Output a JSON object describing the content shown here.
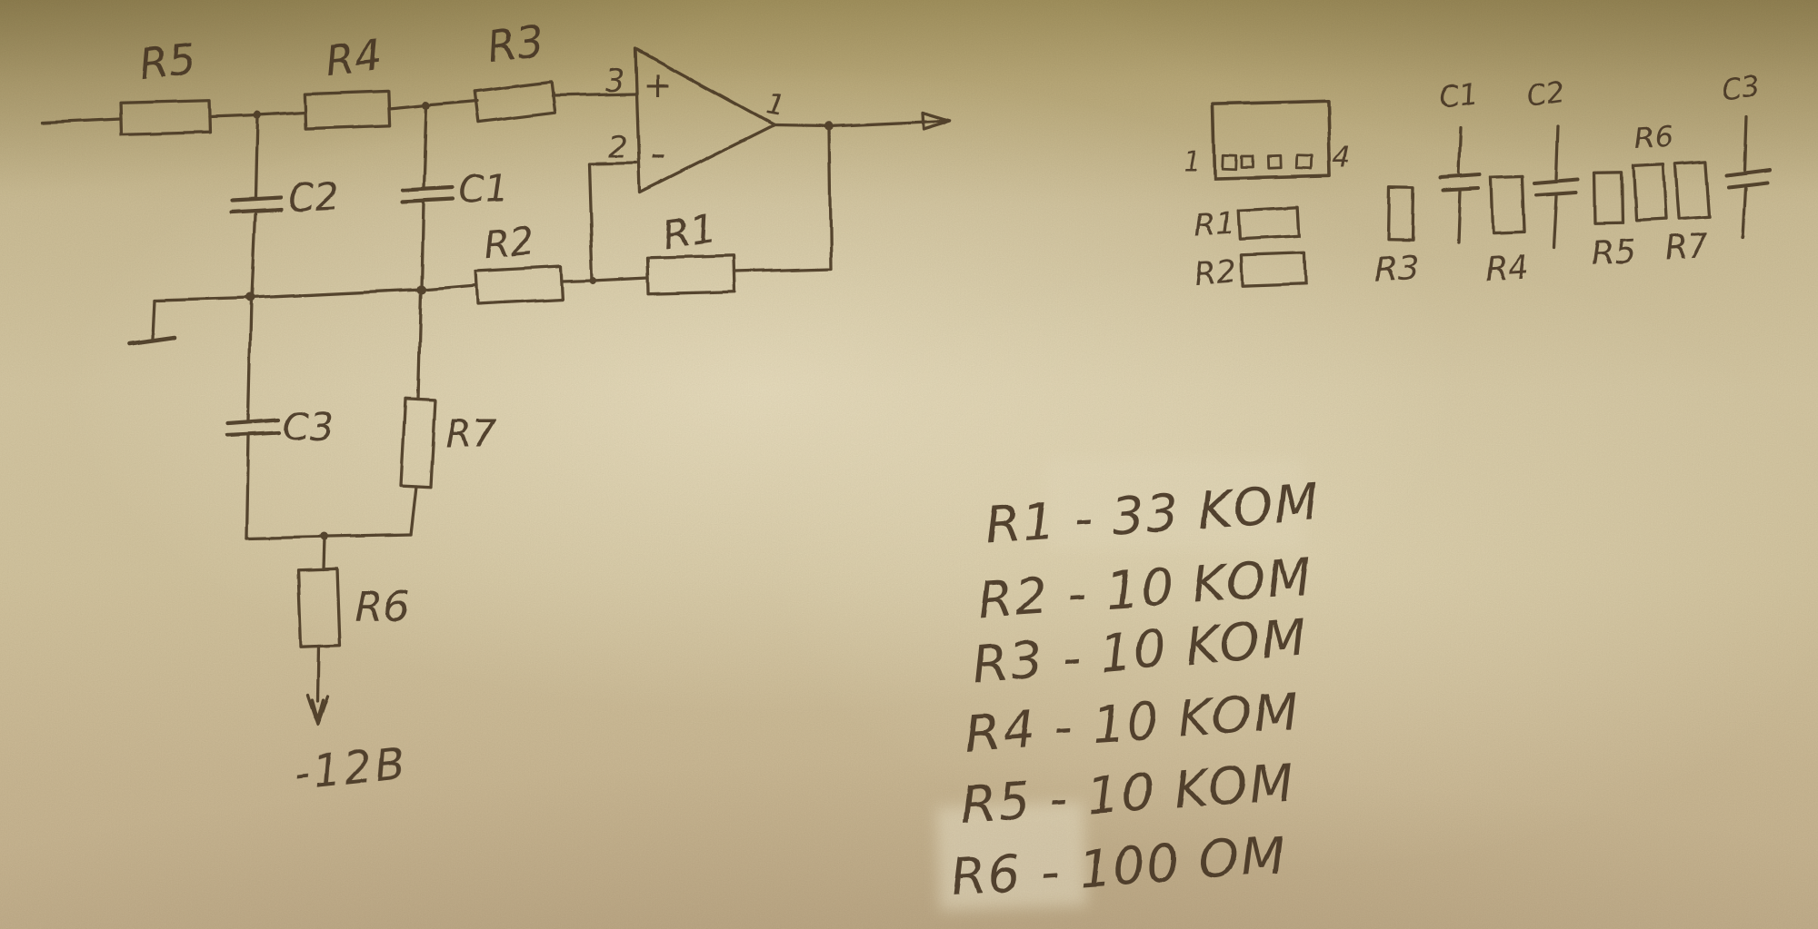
{
  "schematic": {
    "resistors": {
      "r1": "R1",
      "r2": "R2",
      "r3": "R3",
      "r4": "R4",
      "r5": "R5",
      "r6": "R6",
      "r7": "R7"
    },
    "capacitors": {
      "c1": "C1",
      "c2": "C2",
      "c3": "C3"
    },
    "opamp": {
      "pin_noninv": "3",
      "pin_inv": "2",
      "pin_out": "1",
      "plus_sign": "+",
      "minus_sign": "-"
    },
    "supply_label": "-12B"
  },
  "layout_sketch": {
    "ic_pin_left": "1",
    "ic_pin_right": "4",
    "r1": "R1",
    "r2": "R2",
    "r3": "R3",
    "r4": "R4",
    "r5": "R5",
    "r6": "R6",
    "r7": "R7",
    "c1": "C1",
    "c2": "C2",
    "c3": "C3"
  },
  "parts_list": {
    "items": [
      {
        "text": "R1 - 33 KOM"
      },
      {
        "text": "R2 - 10 KOM"
      },
      {
        "text": "R3 - 10 KOM"
      },
      {
        "text": "R4 - 10 KOM"
      },
      {
        "text": "R5 - 10 KOM"
      },
      {
        "text": "R6 - 100 OM"
      }
    ]
  },
  "colors": {
    "ink": "#4e3b27",
    "paper": "#d8cba7"
  }
}
